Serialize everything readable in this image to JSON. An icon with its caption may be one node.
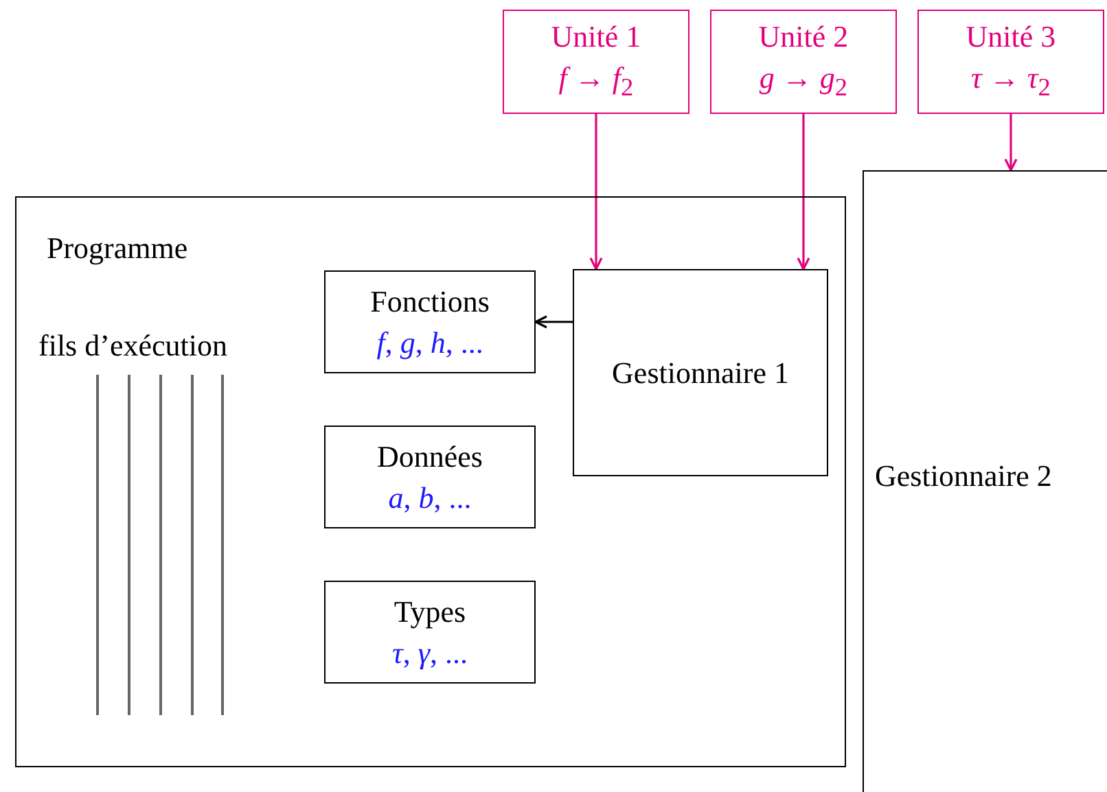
{
  "diagram": {
    "nodes": [
      {
        "text": [
          "Programme"
        ]
      },
      {
        "text": [
          "Fonctions",
          "*f*, *g*, *h*, ..."
        ],
        "in": 0
      },
      {
        "text": [
          "Données",
          "*a*, *b*, ..."
        ],
        "in": 0
      },
      {
        "text": [
          "Types",
          "*τ*, *γ*, ..."
        ],
        "in": 0
      },
      {
        "text": [
          "Gestionnaire 1"
        ],
        "in": 0
      },
      {
        "text": [
          "Gestionnaire 2"
        ]
      },
      {
        "text": [
          "Unité 1",
          "*f* → *f*$_{2}$"
        ]
      },
      {
        "text": [
          "Unité 2",
          "*g* → *g*$_{2}$"
        ]
      },
      {
        "text": [
          "Unité 3",
          "*τ* → *τ*$_{2}$"
        ]
      }
    ],
    "edges": [
      {
        "from": 6,
        "to": 4,
        "arrow": "to"
      },
      {
        "from": 7,
        "to": 4,
        "arrow": "to"
      },
      {
        "from": 8,
        "to": 5,
        "arrow": "to"
      },
      {
        "from": 4,
        "to": 1,
        "arrow": "to",
        "color": "#000000"
      }
    ],
    "labels": [
      "fils d’exécution"
    ]
  }
}
